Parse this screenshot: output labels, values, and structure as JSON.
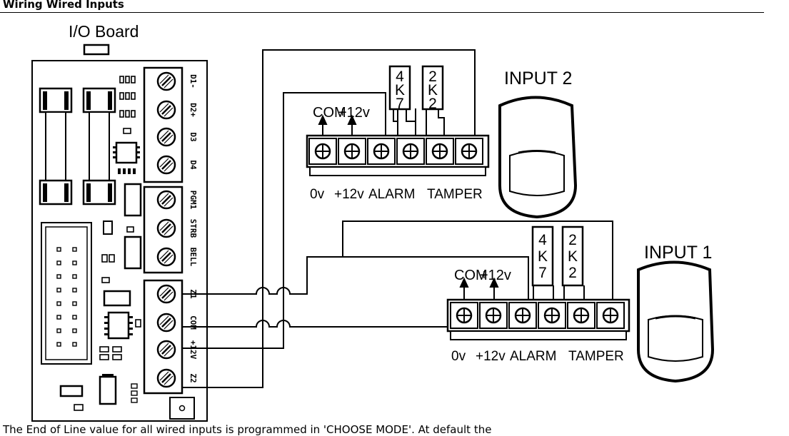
{
  "heading": "Wiring Wired Inputs",
  "board_title": "I/O Board",
  "board_terminals": [
    "D1-",
    "D2+",
    "D3",
    "D4",
    "PGM1",
    "STRB",
    "BELL",
    "Z1",
    "COM",
    "+12V",
    "Z2"
  ],
  "input2": {
    "title": "INPUT 2",
    "top_labels": {
      "com": "COM",
      "plus12": "+12v"
    },
    "resistor_a": [
      "4",
      "K",
      "7"
    ],
    "resistor_b": [
      "2",
      "K",
      "2"
    ],
    "bottom_labels": {
      "zero_v": "0v",
      "plus12_v": "+12v",
      "alarm": "ALARM",
      "tamper": "TAMPER"
    }
  },
  "input1": {
    "title": "INPUT 1",
    "top_labels": {
      "com": "COM",
      "plus12": "+12v"
    },
    "resistor_a": [
      "4",
      "K",
      "7"
    ],
    "resistor_b": [
      "2",
      "K",
      "2"
    ],
    "bottom_labels": {
      "zero_v": "0v",
      "plus12_v": "+12v",
      "alarm": "ALARM",
      "tamper": "TAMPER"
    }
  },
  "footer_text": "The End of Line value for all wired inputs is programmed in 'CHOOSE MODE'. At default the"
}
